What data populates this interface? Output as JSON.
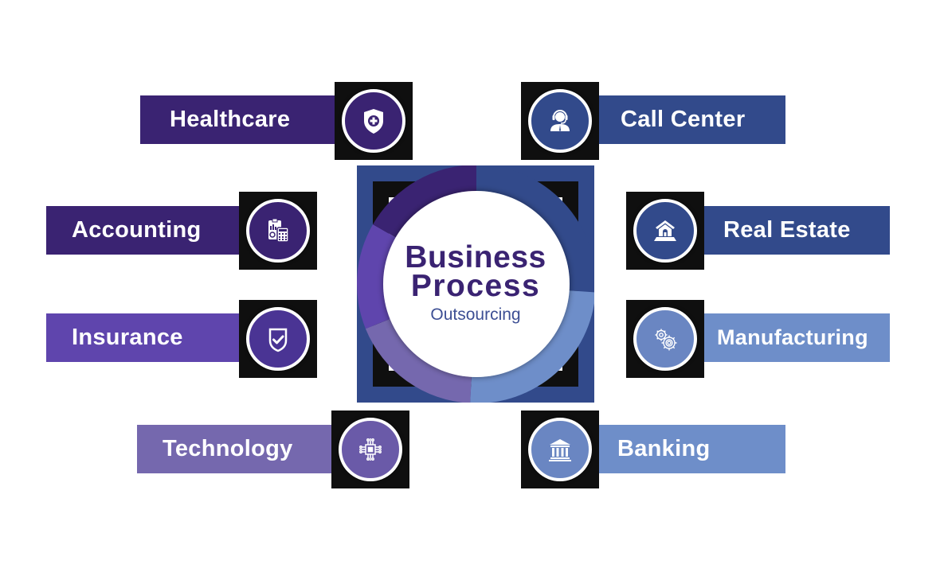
{
  "center": {
    "title_line1": "Business",
    "title_line2": "Process",
    "subtitle": "Outsourcing",
    "colors": {
      "frame": "#324a8b",
      "title": "#3a2372",
      "subtitle": "#3d4f94"
    },
    "ring_segments": [
      {
        "color": "#324a8b",
        "from_deg": 0,
        "to_deg": 94
      },
      {
        "color": "#6e8ec9",
        "from_deg": 94,
        "to_deg": 183
      },
      {
        "color": "#7568ae",
        "from_deg": 183,
        "to_deg": 248
      },
      {
        "color": "#5f45ad",
        "from_deg": 248,
        "to_deg": 300
      },
      {
        "color": "#3a2372",
        "from_deg": 300,
        "to_deg": 360
      }
    ]
  },
  "items": [
    {
      "label": "Healthcare",
      "icon": "shield-plus-icon",
      "side": "left",
      "color": "#3a2372"
    },
    {
      "label": "Accounting",
      "icon": "calculator-chart-icon",
      "side": "left",
      "color": "#3a2372"
    },
    {
      "label": "Insurance",
      "icon": "shield-check-icon",
      "side": "left",
      "color": "#5f45ad"
    },
    {
      "label": "Technology",
      "icon": "circuit-chip-icon",
      "side": "left",
      "color": "#7568ae"
    },
    {
      "label": "Call Center",
      "icon": "headset-agent-icon",
      "side": "right",
      "color": "#324a8b"
    },
    {
      "label": "Real Estate",
      "icon": "house-icon",
      "side": "right",
      "color": "#324a8b"
    },
    {
      "label": "Manufacturing",
      "icon": "gears-icon",
      "side": "right",
      "color": "#6e8ec9"
    },
    {
      "label": "Banking",
      "icon": "bank-icon",
      "side": "right",
      "color": "#6e8ec9"
    }
  ]
}
